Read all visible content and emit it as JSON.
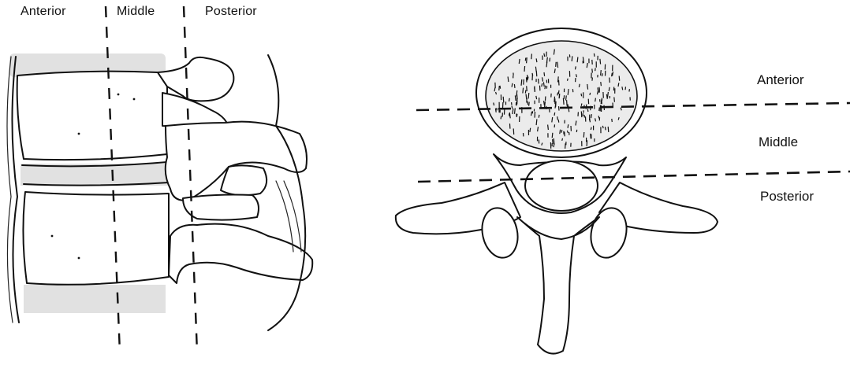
{
  "spine_lateral_view": {
    "column_labels": {
      "anterior": "Anterior",
      "middle": "Middle",
      "posterior": "Posterior"
    }
  },
  "vertebra_axial_view": {
    "region_labels": {
      "anterior": "Anterior",
      "middle": "Middle",
      "posterior": "Posterior"
    }
  }
}
